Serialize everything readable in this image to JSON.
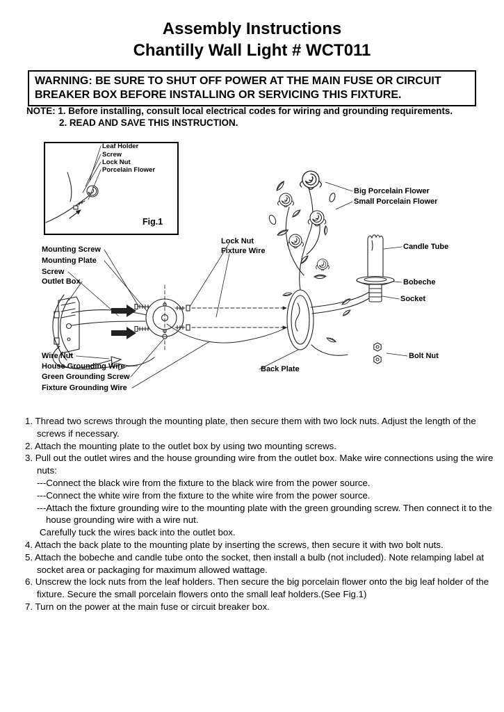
{
  "header": {
    "title_line1": "Assembly Instructions",
    "title_line2": "Chantilly Wall Light # WCT011"
  },
  "warning": {
    "text": "WARNING: BE SURE TO SHUT OFF POWER AT THE MAIN FUSE OR CIRCUIT BREAKER BOX BEFORE INSTALLING OR SERVICING THIS FIXTURE."
  },
  "notes": {
    "line1": "NOTE: 1. Before installing, consult local electrical codes for wiring and grounding requirements.",
    "line2": "2. READ AND SAVE THIS INSTRUCTION."
  },
  "fig1": {
    "caption": "Fig.1",
    "labels": {
      "leaf_holder": "Leaf Holder",
      "screw": "Screw",
      "lock_nut": "Lock Nut",
      "porcelain_flower": "Porcelain Flower"
    }
  },
  "diagram": {
    "labels": {
      "mounting_screw": "Mounting Screw",
      "mounting_plate": "Mounting Plate",
      "screw": "Screw",
      "outlet_box": "Outlet Box",
      "lock_nut": "Lock Nut",
      "fixture_wire": "Fixture Wire",
      "big_porcelain_flower": "Big Porcelain Flower",
      "small_porcelain_flower": "Small Porcelain Flower",
      "candle_tube": "Candle Tube",
      "bobeche": "Bobeche",
      "socket": "Socket",
      "bolt_nut": "Bolt Nut",
      "wire_nut": "Wire Nut",
      "house_grounding_wire": "House Grounding Wire",
      "green_grounding_screw": "Green Grounding Screw",
      "fixture_grounding_wire": "Fixture Grounding Wire",
      "back_plate": "Back Plate"
    }
  },
  "instructions": [
    {
      "text": "1. Thread two screws through the mounting plate, then secure them with two lock nuts. Adjust the length of the screws if necessary."
    },
    {
      "text": "2. Attach the mounting plate to the outlet box by using two mounting screws."
    },
    {
      "text": "3. Pull out the outlet wires and the house grounding wire from the outlet box. Make wire connections using the wire nuts:",
      "sub1": "---Connect the black wire from the fixture to the black wire from the power source.",
      "sub2": "---Connect the white wire from the fixture to the white wire from the power source.",
      "sub3": "---Attach the fixture grounding wire to the mounting plate with the green grounding screw. Then connect it to the house grounding wire with a wire nut.",
      "sub4": "Carefully tuck the wires back into the outlet box."
    },
    {
      "text": "4. Attach the back plate to the mounting plate by inserting the screws, then secure it with two bolt nuts."
    },
    {
      "text": "5. Attach the bobeche and candle tube onto the socket, then install a bulb (not included). Note relamping label at socket area or packaging for maximum allowed wattage."
    },
    {
      "text": "6. Unscrew the lock nuts from the leaf holders. Then secure the big porcelain flower onto the big leaf holder of the fixture. Secure the small porcelain flowers onto the small leaf holders.(See Fig.1)"
    },
    {
      "text": "7. Turn on the power at the main fuse or circuit breaker box."
    }
  ]
}
